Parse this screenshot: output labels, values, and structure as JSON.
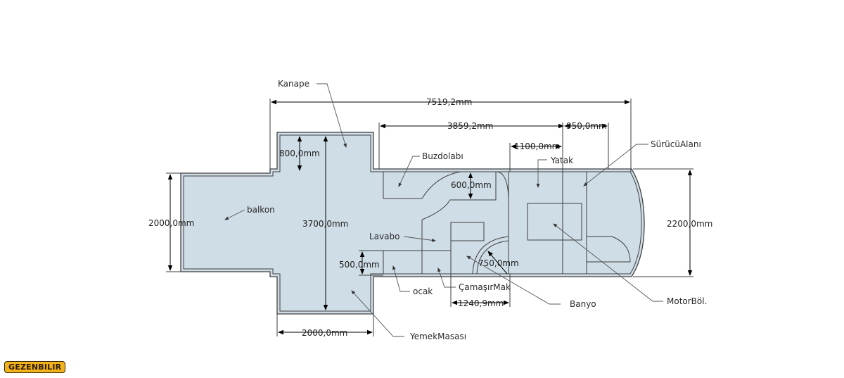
{
  "labels": {
    "kanape": "Kanape",
    "buzdolabi": "Buzdolabı",
    "yatak": "Yatak",
    "surucu_alani": "SürücüAlanı",
    "balkon": "balkon",
    "lavabo": "Lavabo",
    "ocak": "ocak",
    "camasir_mak": "ÇamaşırMak",
    "banyo": "Banyo",
    "motor_bol": "MotorBöl.",
    "yemek_masasi": "YemekMasası"
  },
  "dimensions": {
    "total_length": "7519,2mm",
    "cabin_length": "3859,2mm",
    "bed_width": "1100,0mm",
    "driver_width": "950,0mm",
    "kanape_depth": "800,0mm",
    "fridge_depth": "600,0mm",
    "balcony_width": "2000,0mm",
    "front_width": "3700,0mm",
    "vehicle_width": "2200,0mm",
    "counter_depth": "500,0mm",
    "bath_radius": "750,0mm",
    "bath_length": "1240,9mm",
    "table_width": "2000,0mm"
  },
  "logo": {
    "text": "GEZENBILIR"
  }
}
